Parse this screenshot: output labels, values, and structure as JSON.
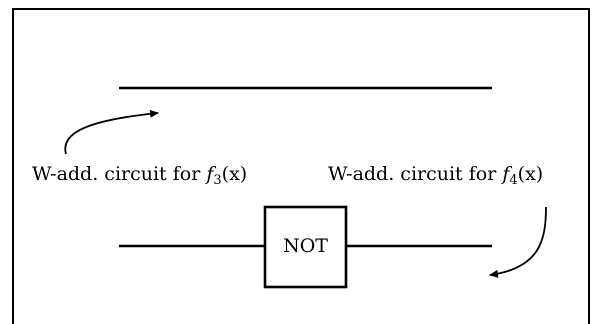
{
  "diagram": {
    "label_f3": {
      "prefix": "W-add. circuit for ",
      "func": "f",
      "sub": "3",
      "arg": "(x)"
    },
    "label_f4": {
      "prefix": "W-add. circuit for ",
      "func": "f",
      "sub": "4",
      "arg": "(x)"
    },
    "not_gate": {
      "label": "NOT"
    }
  }
}
